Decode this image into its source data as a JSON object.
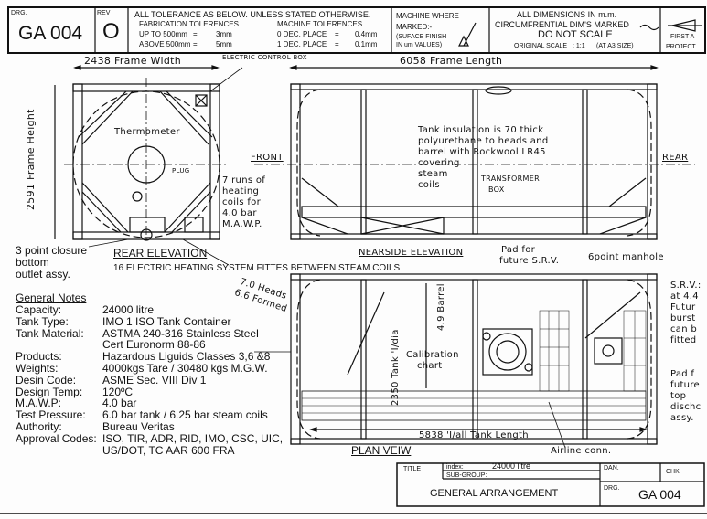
{
  "title_block_top": {
    "drg_label": "DRG.",
    "drg_number": "GA 004",
    "rev_label": "REV",
    "rev_value": "O",
    "tolerance_heading": "ALL TOLERANCE AS BELOW. UNLESS STATED OTHERWISE.",
    "fabrication_heading": "FABRICATION TOLERENCES",
    "fab_rows": [
      {
        "label": "UP TO 500mm",
        "eq": "=",
        "value": "3mm"
      },
      {
        "label": "ABOVE 500mm",
        "eq": "=",
        "value": "5mm"
      }
    ],
    "machine_heading": "MACHINE TOLERENCES",
    "machine_rows": [
      {
        "label": "0 DEC. PLACE",
        "eq": "=",
        "value": "0.4mm"
      },
      {
        "label": "1 DEC. PLACE",
        "eq": "=",
        "value": "0.1mm"
      }
    ],
    "machine_where": "MACHINE WHERE",
    "marked": "MARKED:-",
    "surface_finish": "(SUFACE FINISH",
    "um_values": "IN um VALUES)",
    "all_dims": "ALL DIMENSIONS IN m.m.",
    "circ_dims": "CIRCUMFRENTIAL DIM'S MARKED",
    "do_not_scale": "DO NOT SCALE",
    "original_scale": "ORIGINAL SCALE",
    "scale_value": ": 1:1",
    "a3_size": "(AT A3 SIZE)",
    "projection_line1": "FIRST A",
    "projection_line2": "PROJECT"
  },
  "rear_elevation": {
    "frame_width": "2438 Frame Width",
    "frame_height": "2591 Frame Height",
    "electric_box": "ELECTRIC CONTROL BOX",
    "thermometer": "Thermometer",
    "plug": "PLUG",
    "heating_coils": [
      "7 runs of",
      "heating",
      "coils for",
      "4.0 bar",
      "M.A.W.P."
    ],
    "closure": [
      "3 point closure",
      "bottom",
      "outlet assy."
    ],
    "title": "REAR ELEVATION",
    "heating_note": "16 ELECTRIC HEATING SYSTEM FITTES BETWEEN STEAM COILS"
  },
  "nearside_elevation": {
    "frame_length": "6058 Frame Length",
    "front": "FRONT",
    "rear": "REAR",
    "insulation": [
      "Tank insulation is 70 thick",
      "polyurethane to heads and",
      "barrel with Rockwool LR45",
      "covering",
      "steam",
      "coils"
    ],
    "transformer": [
      "TRANSFORMER",
      "BOX"
    ],
    "title": "NEARSIDE ELEVATION"
  },
  "plan_view": {
    "heads": [
      "7.0 Heads",
      "6.6 Formed"
    ],
    "pad_srv": [
      "Pad for",
      "future S.R.V."
    ],
    "manhole": "6point manhole",
    "tank_dia": "2350 Tank 'I/dia",
    "barrel": "4.9 Barrel",
    "calibration": [
      "Calibration",
      "chart"
    ],
    "tank_length": "5838 'I/all Tank Length",
    "airline": "Airline conn.",
    "srv_note": [
      "S.R.V.:",
      "at 4.4",
      "Futur",
      "burst",
      "can b",
      "fitted"
    ],
    "pad_note": [
      "Pad f",
      "future",
      "top",
      "dischc",
      "assy."
    ],
    "title": "PLAN VEIW"
  },
  "general_notes": {
    "heading": "General Notes",
    "rows": [
      {
        "label": "Capacity:",
        "value": "24000 litre"
      },
      {
        "label": "Tank Type:",
        "value": "IMO 1 ISO Tank Container"
      },
      {
        "label": "Tank Material:",
        "value": "ASTMA 240-316 Stainless Steel"
      },
      {
        "label": "",
        "value": "Cert Euronorm 88-86"
      },
      {
        "label": "Products:",
        "value": "Hazardous Liguids Classes 3,6 &8"
      },
      {
        "label": "Weights:",
        "value": "4000kgs Tare / 30480 kgs M.G.W."
      },
      {
        "label": "Desin Code:",
        "value": "ASME Sec. VIII Div 1"
      },
      {
        "label": "Design Temp:",
        "value": "120ºC"
      },
      {
        "label": "M.A.W.P:",
        "value": "4.0 bar"
      },
      {
        "label": "Test Pressure:",
        "value": "6.0 bar tank / 6.25 bar steam coils"
      },
      {
        "label": "Authority:",
        "value": "Bureau Veritas"
      },
      {
        "label": "Approval Codes:",
        "value": "ISO, TIR, ADR, RID, IMO, CSC, UIC,"
      },
      {
        "label": "",
        "value": "US/DOT, TC AAR 600 FRA"
      }
    ]
  },
  "title_block_bottom": {
    "title_label": "TITLE",
    "index_label": "index:",
    "index_value": "24000 litre",
    "subgroup_label": "SUB-GROUP:",
    "title_value": "GENERAL ARRANGEMENT",
    "dan_label": "DAN.",
    "chk_label": "CHK",
    "drg_label": "DRG.",
    "drg_number": "GA 004"
  }
}
